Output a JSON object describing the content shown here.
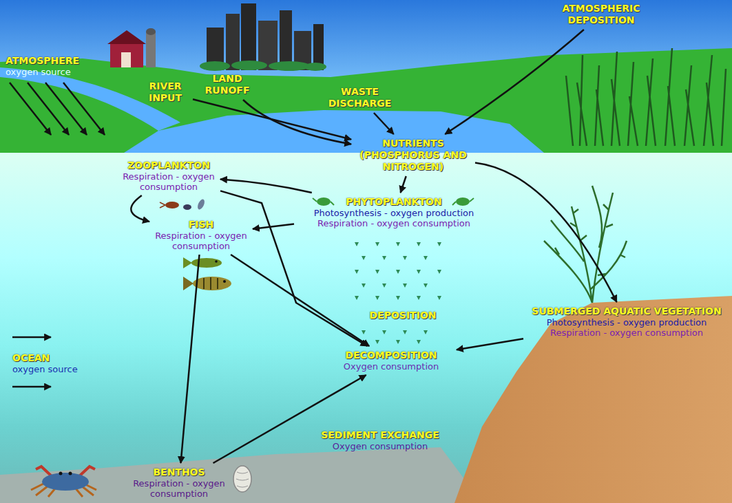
{
  "diagram": {
    "nodes": [
      {
        "text": [
          "ATMOSPHERIC DEPOSITION"
        ]
      },
      {
        "text": [
          "ATMOSPHERE",
          "oxygen source"
        ]
      },
      {
        "text": [
          "RIVER INPUT"
        ]
      },
      {
        "text": [
          "LAND RUNOFF"
        ]
      },
      {
        "text": [
          "WASTE DISCHARGE"
        ]
      },
      {
        "text": [
          "NUTRIENTS (PHOSPHORUS AND NITROGEN)"
        ]
      },
      {
        "text": [
          "ZOOPLANKTON",
          "Respiration - oxygen consumption"
        ]
      },
      {
        "text": [
          "PHYTOPLANKTON",
          "Photosynthesis - oxygen production",
          "Respiration - oxygen consumption"
        ]
      },
      {
        "text": [
          "FISH",
          "Respiration - oxygen consumption"
        ]
      },
      {
        "text": [
          "SUBMERGED AQUATIC VEGETATION",
          "Photosynthesis - oxygen production",
          "Respiration - oxygen consumption"
        ]
      },
      {
        "text": [
          "OCEAN",
          "oxygen source"
        ]
      },
      {
        "text": [
          "DECOMPOSITION",
          "Oxygen consumption"
        ]
      },
      {
        "text": [
          "SEDIMENT EXCHANGE",
          "Oxygen consumption"
        ]
      },
      {
        "text": [
          "BENTHOS",
          "Respiration - oxygen consumption"
        ]
      }
    ],
    "edges": [
      {
        "from": 2,
        "to": 5,
        "arrow": "to"
      },
      {
        "from": 3,
        "to": 5,
        "arrow": "to"
      },
      {
        "from": 4,
        "to": 5,
        "arrow": "to"
      },
      {
        "from": 0,
        "to": 5,
        "arrow": "to"
      },
      {
        "from": 5,
        "to": 7,
        "arrow": "to"
      },
      {
        "from": 5,
        "to": 9,
        "arrow": "to"
      },
      {
        "from": 7,
        "to": 6,
        "arrow": "to"
      },
      {
        "from": 7,
        "to": 8,
        "arrow": "to"
      },
      {
        "from": 6,
        "to": 8,
        "arrow": "to"
      },
      {
        "from": 6,
        "to": 11,
        "arrow": "to"
      },
      {
        "from": 8,
        "to": 11,
        "arrow": "to"
      },
      {
        "from": 9,
        "to": 11,
        "arrow": "to"
      },
      {
        "from": 8,
        "to": 13,
        "arrow": "to"
      },
      {
        "from": 13,
        "to": 11,
        "arrow": "to"
      }
    ],
    "labels": [
      "DEPOSITION"
    ]
  }
}
